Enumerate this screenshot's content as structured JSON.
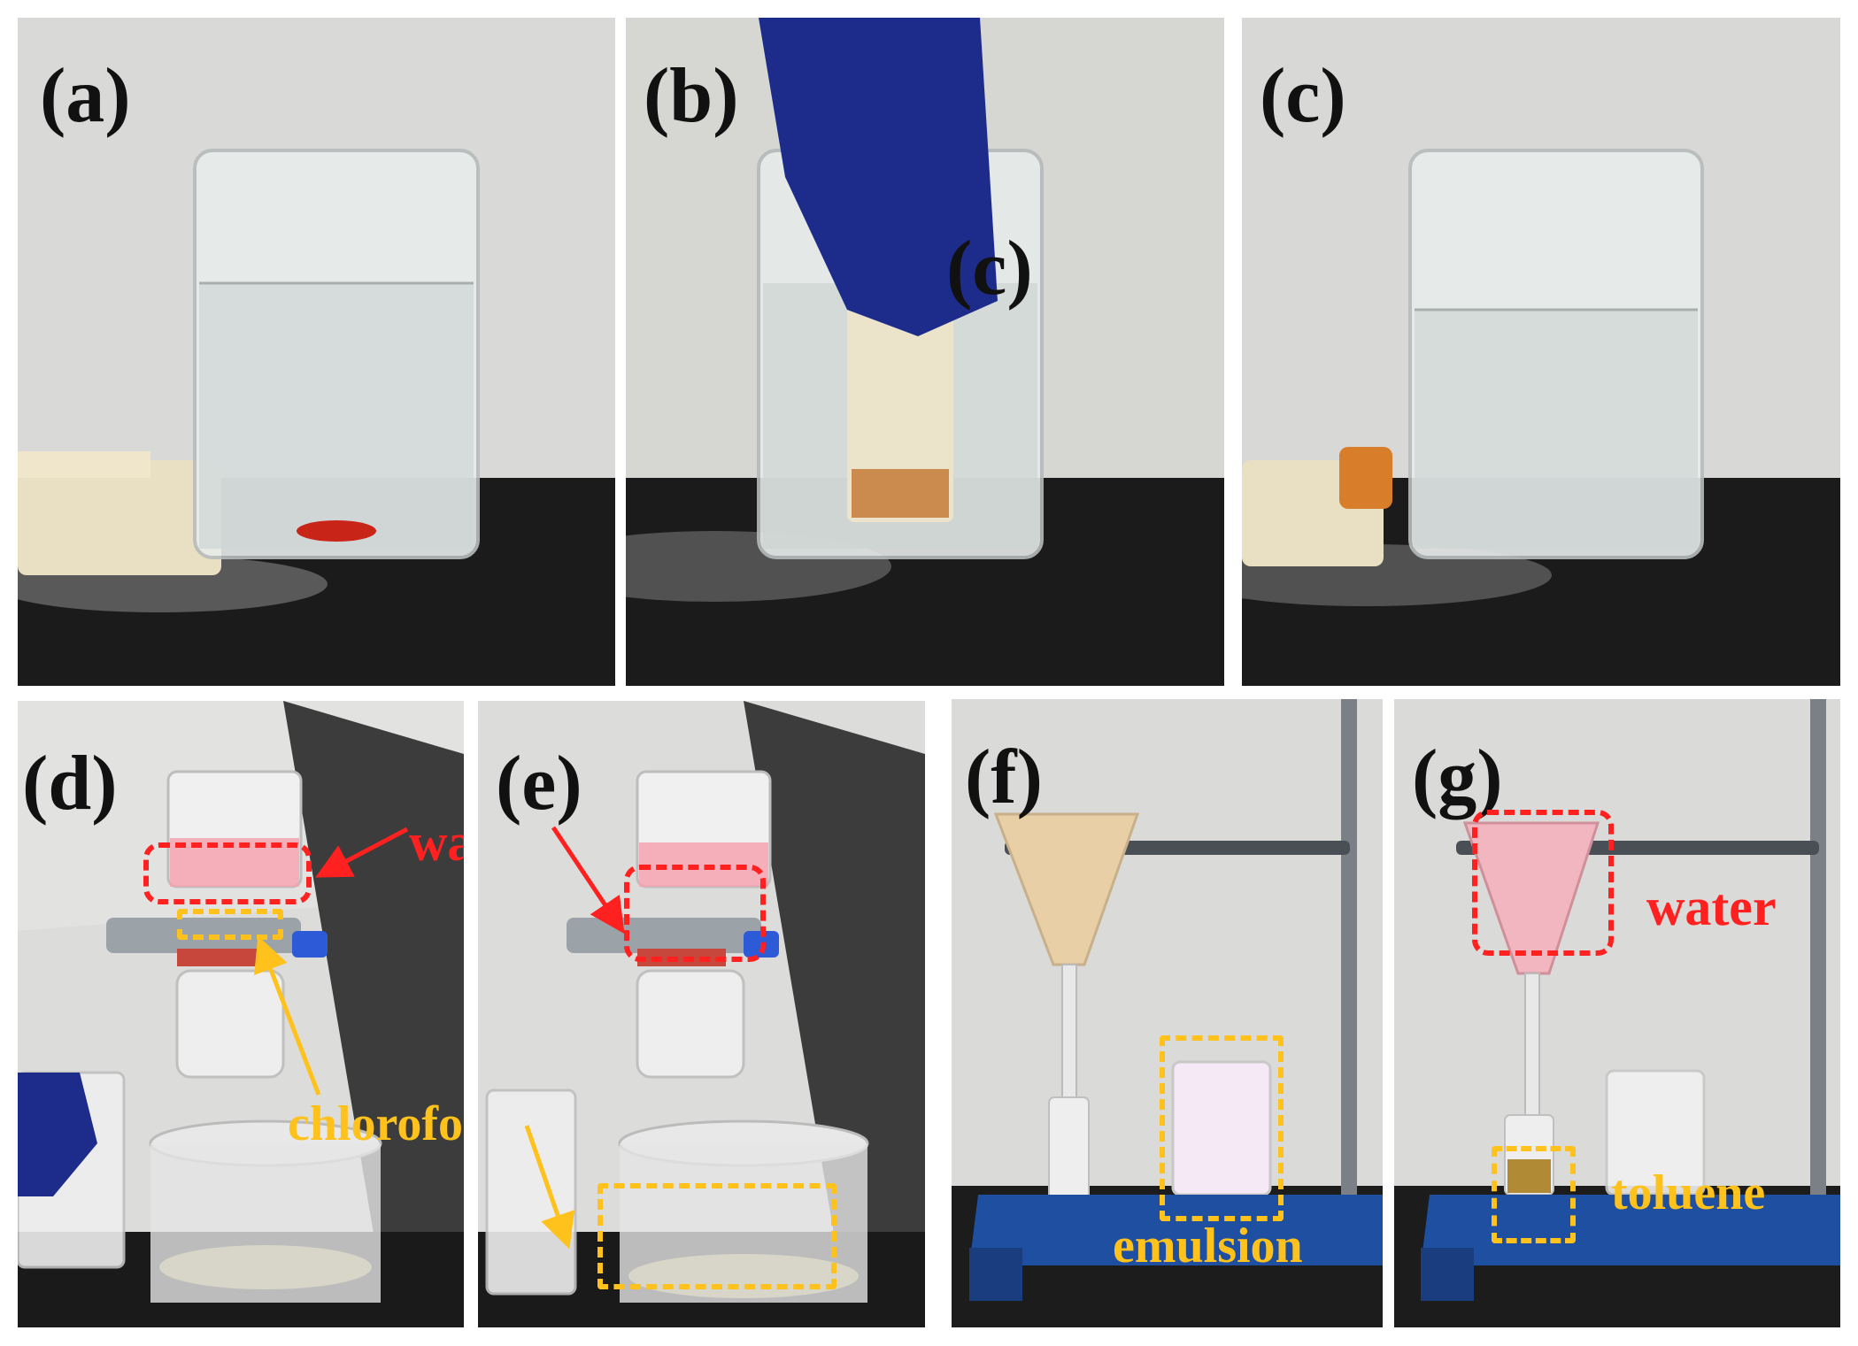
{
  "panels": {
    "a": {
      "label": "(a)"
    },
    "b": {
      "label": "(b)",
      "inset_label": "(c)"
    },
    "c": {
      "label": "(c)"
    },
    "d": {
      "label": "(d)",
      "water_label": "water",
      "chloroform_label": "chloroform"
    },
    "e": {
      "label": "(e)"
    },
    "f": {
      "label": "(f)",
      "emulsion_label": "emulsion"
    },
    "g": {
      "label": "(g)",
      "water_label": "water",
      "toluene_label": "toluene"
    }
  },
  "colors": {
    "annotation_red": "#ff2020",
    "annotation_amber": "#ffc21c",
    "bench_dark": "#1a1a1a",
    "stand_blue": "#1f4fa0",
    "glove_blue": "#1d2c8a",
    "sponge_cream": "#e9dfc2"
  }
}
